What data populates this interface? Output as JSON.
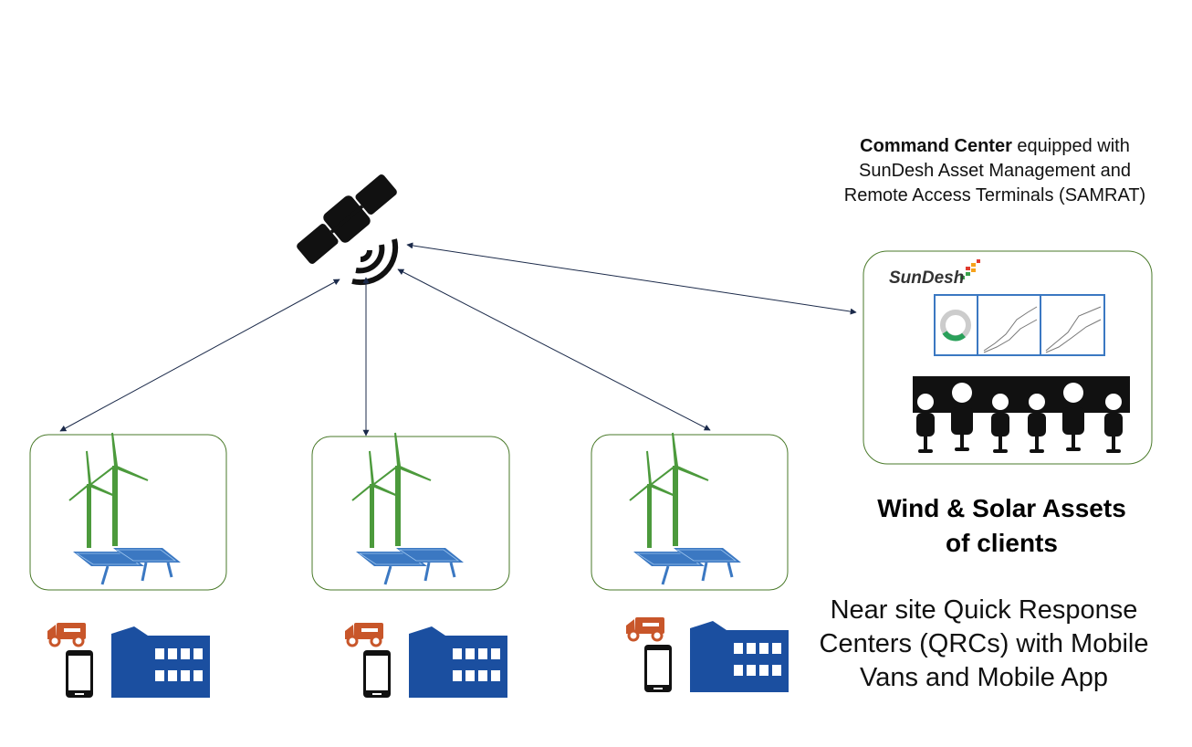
{
  "command_center": {
    "caption_bold": "Command Center",
    "caption_rest_line1": " equipped with",
    "caption_line2": "SunDesh Asset Management and",
    "caption_line3": "Remote Access Terminals (SAMRAT)",
    "logo_text": "SunDesh"
  },
  "assets": {
    "title_line1": "Wind & Solar Assets",
    "title_line2": "of clients"
  },
  "qrc": {
    "line1": "Near site Quick Response",
    "line2": "Centers (QRCs) with Mobile",
    "line3": "Vans and Mobile App"
  },
  "colors": {
    "box_border": "#4a7a2a",
    "arrow": "#1b2a4a",
    "turbine": "#4c9a3c",
    "panel": "#3b78c2",
    "van": "#c8562a",
    "building": "#1b4fa0",
    "accent_logo": [
      "#e03a2e",
      "#f6a21c",
      "#3aa14a"
    ]
  },
  "icons": [
    "satellite-icon",
    "wind-turbine-icon",
    "solar-panel-icon",
    "service-van-icon",
    "mobile-phone-icon",
    "building-icon",
    "operators-icon",
    "dashboard-screen-icon"
  ]
}
